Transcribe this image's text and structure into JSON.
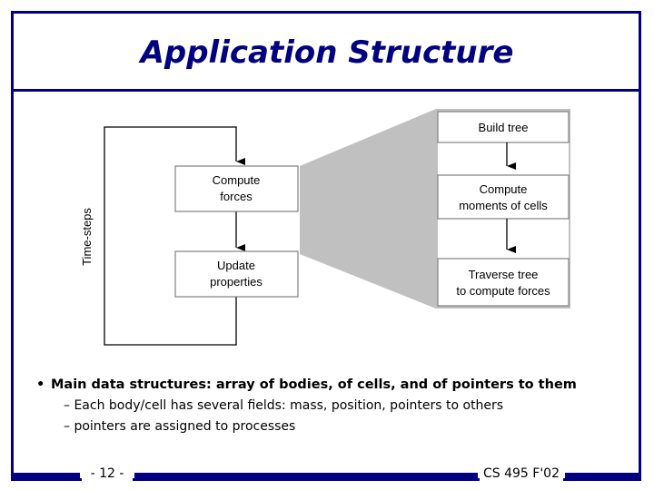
{
  "slide": {
    "title": "Application Structure",
    "page_number": "- 12 -",
    "course": "CS 495 F'02"
  },
  "diagram": {
    "loop_label": "Time-steps",
    "left_boxes": [
      {
        "line1": "Compute",
        "line2": "forces"
      },
      {
        "line1": "Update",
        "line2": "properties"
      }
    ],
    "right_boxes": [
      {
        "line1": "Build tree",
        "line2": ""
      },
      {
        "line1": "Compute",
        "line2": "moments of cells"
      },
      {
        "line1": "Traverse tree",
        "line2": "to compute forces"
      }
    ],
    "colors": {
      "expansion_fill": "#c0c0c0",
      "box_border": "#808080",
      "accent": "#000080"
    }
  },
  "bullets": {
    "main": "Main data structures: array of bodies, of cells, and of pointers to them",
    "subs": [
      "– Each body/cell has several fields: mass, position, pointers to others",
      "– pointers are assigned to processes"
    ]
  }
}
